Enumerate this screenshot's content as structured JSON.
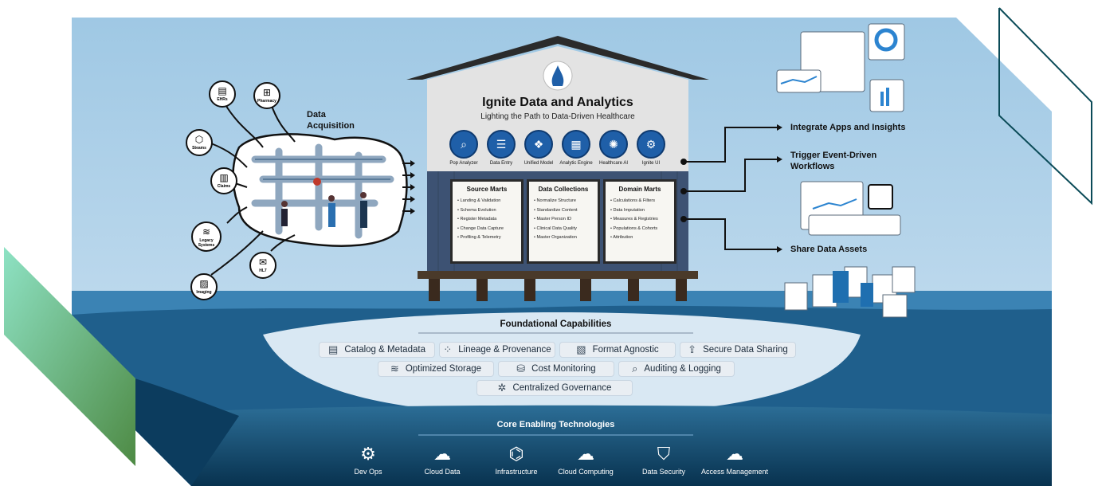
{
  "header": {
    "title": "Ignite Data and Analytics",
    "subtitle": "Lighting the Path to Data-Driven Healthcare"
  },
  "acquisition": {
    "label": "Data Acquisition",
    "sources": [
      "EHRs",
      "Pharmacy",
      "Steams",
      "Claims",
      "Legacy Systems",
      "HL7",
      "Imaging"
    ]
  },
  "tools": [
    "Pop Analyzer",
    "Data Entry",
    "Unified Model",
    "Analytic Engine",
    "Healthcare AI",
    "Ignite UI"
  ],
  "marts": [
    {
      "title": "Source Marts",
      "items": [
        "Landing & Validation",
        "Schema Evolution",
        "Register Metadata",
        "Change Data Capture",
        "Profiling & Telemetry"
      ]
    },
    {
      "title": "Data Collections",
      "items": [
        "Normalize Structure",
        "Standardize Content",
        "Master Person ID",
        "Clinical Data Quality",
        "Master Organization"
      ]
    },
    {
      "title": "Domain Marts",
      "items": [
        "Calculations & Filters",
        "Data Imputation",
        "Measures & Registries",
        "Populations & Cohorts",
        "Attribution"
      ]
    }
  ],
  "outputs": [
    "Integrate Apps and Insights",
    "Trigger Event-Driven Workflows",
    "Share Data Assets"
  ],
  "foundational": {
    "title": "Foundational Capabilities",
    "items": [
      "Catalog & Metadata",
      "Lineage & Provenance",
      "Format Agnostic",
      "Secure Data Sharing",
      "Optimized Storage",
      "Cost Monitoring",
      "Auditing & Logging",
      "Centralized Governance"
    ]
  },
  "core": {
    "title": "Core Enabling Technologies",
    "items": [
      "Dev Ops",
      "Cloud Data",
      "Infrastructure",
      "Cloud Computing",
      "Data Security",
      "Access Management"
    ]
  },
  "colors": {
    "sky": "#a9cde6",
    "water_dark": "#0e4266",
    "house": "#3a4d66",
    "accent_green": "#6fbf8a",
    "border_teal": "#0b4b58"
  }
}
